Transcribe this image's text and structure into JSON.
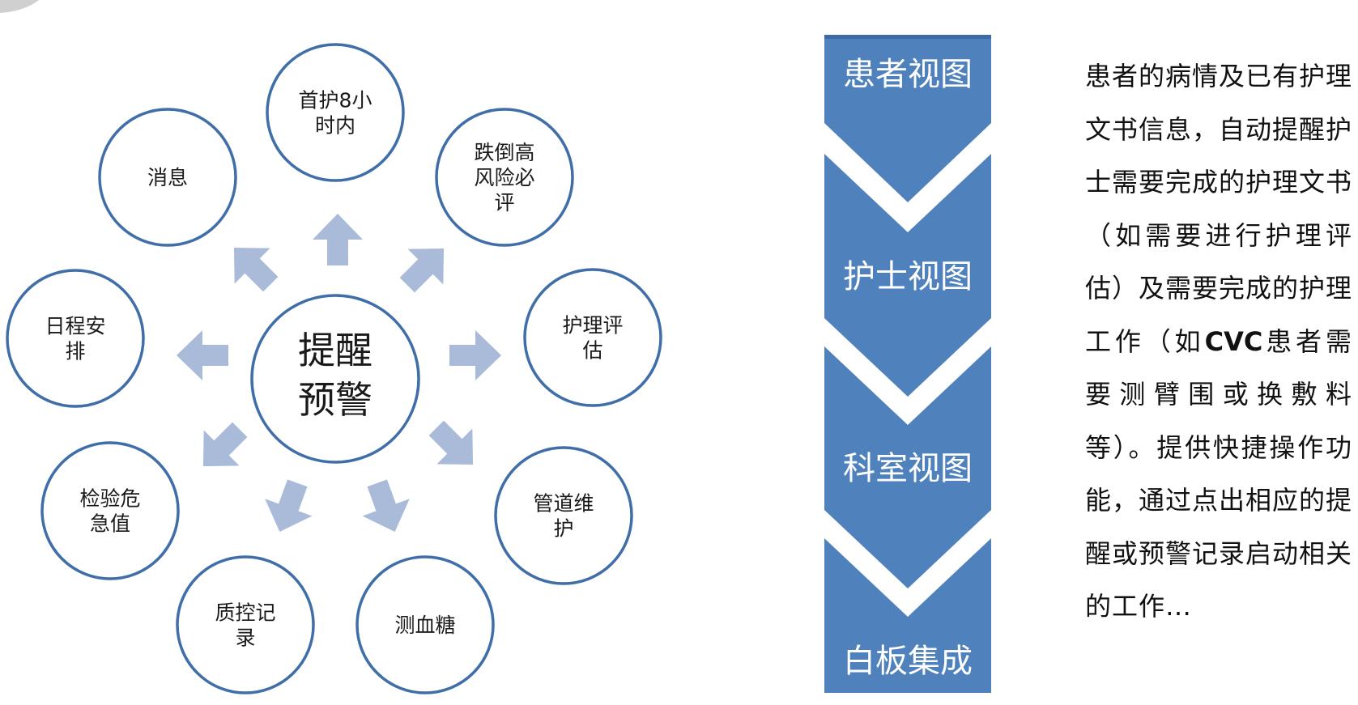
{
  "center": {
    "line1": "提醒",
    "line2": "预警"
  },
  "nodes": [
    {
      "id": "first-care-8h",
      "lines": [
        "首护8小",
        "时内"
      ]
    },
    {
      "id": "fall-risk",
      "lines": [
        "跌倒高",
        "风险必",
        "评"
      ]
    },
    {
      "id": "nursing-assessment",
      "lines": [
        "护理评",
        "估"
      ]
    },
    {
      "id": "catheter-care",
      "lines": [
        "管道维",
        "护"
      ]
    },
    {
      "id": "blood-glucose",
      "lines": [
        "测血糖"
      ]
    },
    {
      "id": "qc-record",
      "lines": [
        "质控记",
        "录"
      ]
    },
    {
      "id": "critical-lab",
      "lines": [
        "检验危",
        "急值"
      ]
    },
    {
      "id": "schedule",
      "lines": [
        "日程安",
        "排"
      ]
    },
    {
      "id": "messages",
      "lines": [
        "消息"
      ]
    }
  ],
  "views": [
    {
      "label": "患者视图"
    },
    {
      "label": "护士视图"
    },
    {
      "label": "科室视图"
    },
    {
      "label": "白板集成"
    }
  ],
  "description": {
    "text_before": "患者的病情及已有护理文书信息，自动提醒护士需要完成的护理文书（如需要进行护理评估）及需要完成的护理工作（如",
    "highlight": "CVC",
    "text_after": "患者需要测臂围或换敷料等）。提供快捷操作功能，通过点出相应的提醒或预警记录启动相关的工作…"
  },
  "colors": {
    "circle_stroke": "#3f6ea8",
    "arrow_fill": "#a9bbd9",
    "chevron_fill": "#4f81bd",
    "chevron_top": "#3c6aa6"
  }
}
